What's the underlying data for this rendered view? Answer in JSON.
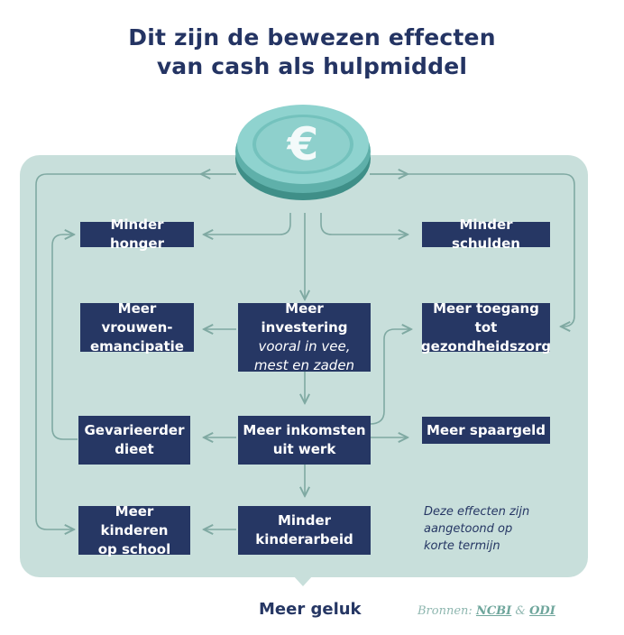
{
  "title": {
    "line1": "Dit zijn de bewezen effecten",
    "line2": "van cash als hulpmiddel"
  },
  "coin": {
    "icon": "euro-coin-icon",
    "symbol": "€"
  },
  "boxes": {
    "minder_honger": "Minder honger",
    "minder_schulden": "Minder schulden",
    "vrouwen": [
      "Meer vrouwen-",
      "emancipatie"
    ],
    "investering": {
      "line1": "Meer investering",
      "sub": [
        "vooral in vee,",
        "mest en zaden"
      ]
    },
    "toegang": [
      "Meer toegang tot",
      "gezondheidszorg"
    ],
    "dieet": [
      "Gevarieerder",
      "dieet"
    ],
    "inkomsten": [
      "Meer inkomsten",
      "uit werk"
    ],
    "spaargeld": "Meer spaargeld",
    "kinderen": [
      "Meer kinderen",
      "op school"
    ],
    "kinderarbeid": [
      "Minder",
      "kinderarbeid"
    ]
  },
  "note": [
    "Deze effecten zijn",
    "aangetoond op",
    "korte termijn"
  ],
  "footer": "Meer geluk",
  "sources": {
    "label": "Bronnen:",
    "link1": "NCBI",
    "amp": "&",
    "link2": "ODI"
  },
  "colors": {
    "navy": "#263764",
    "panel": "#c8dfdb",
    "line": "#7fa9a2",
    "coin": "#7ec4c0"
  }
}
